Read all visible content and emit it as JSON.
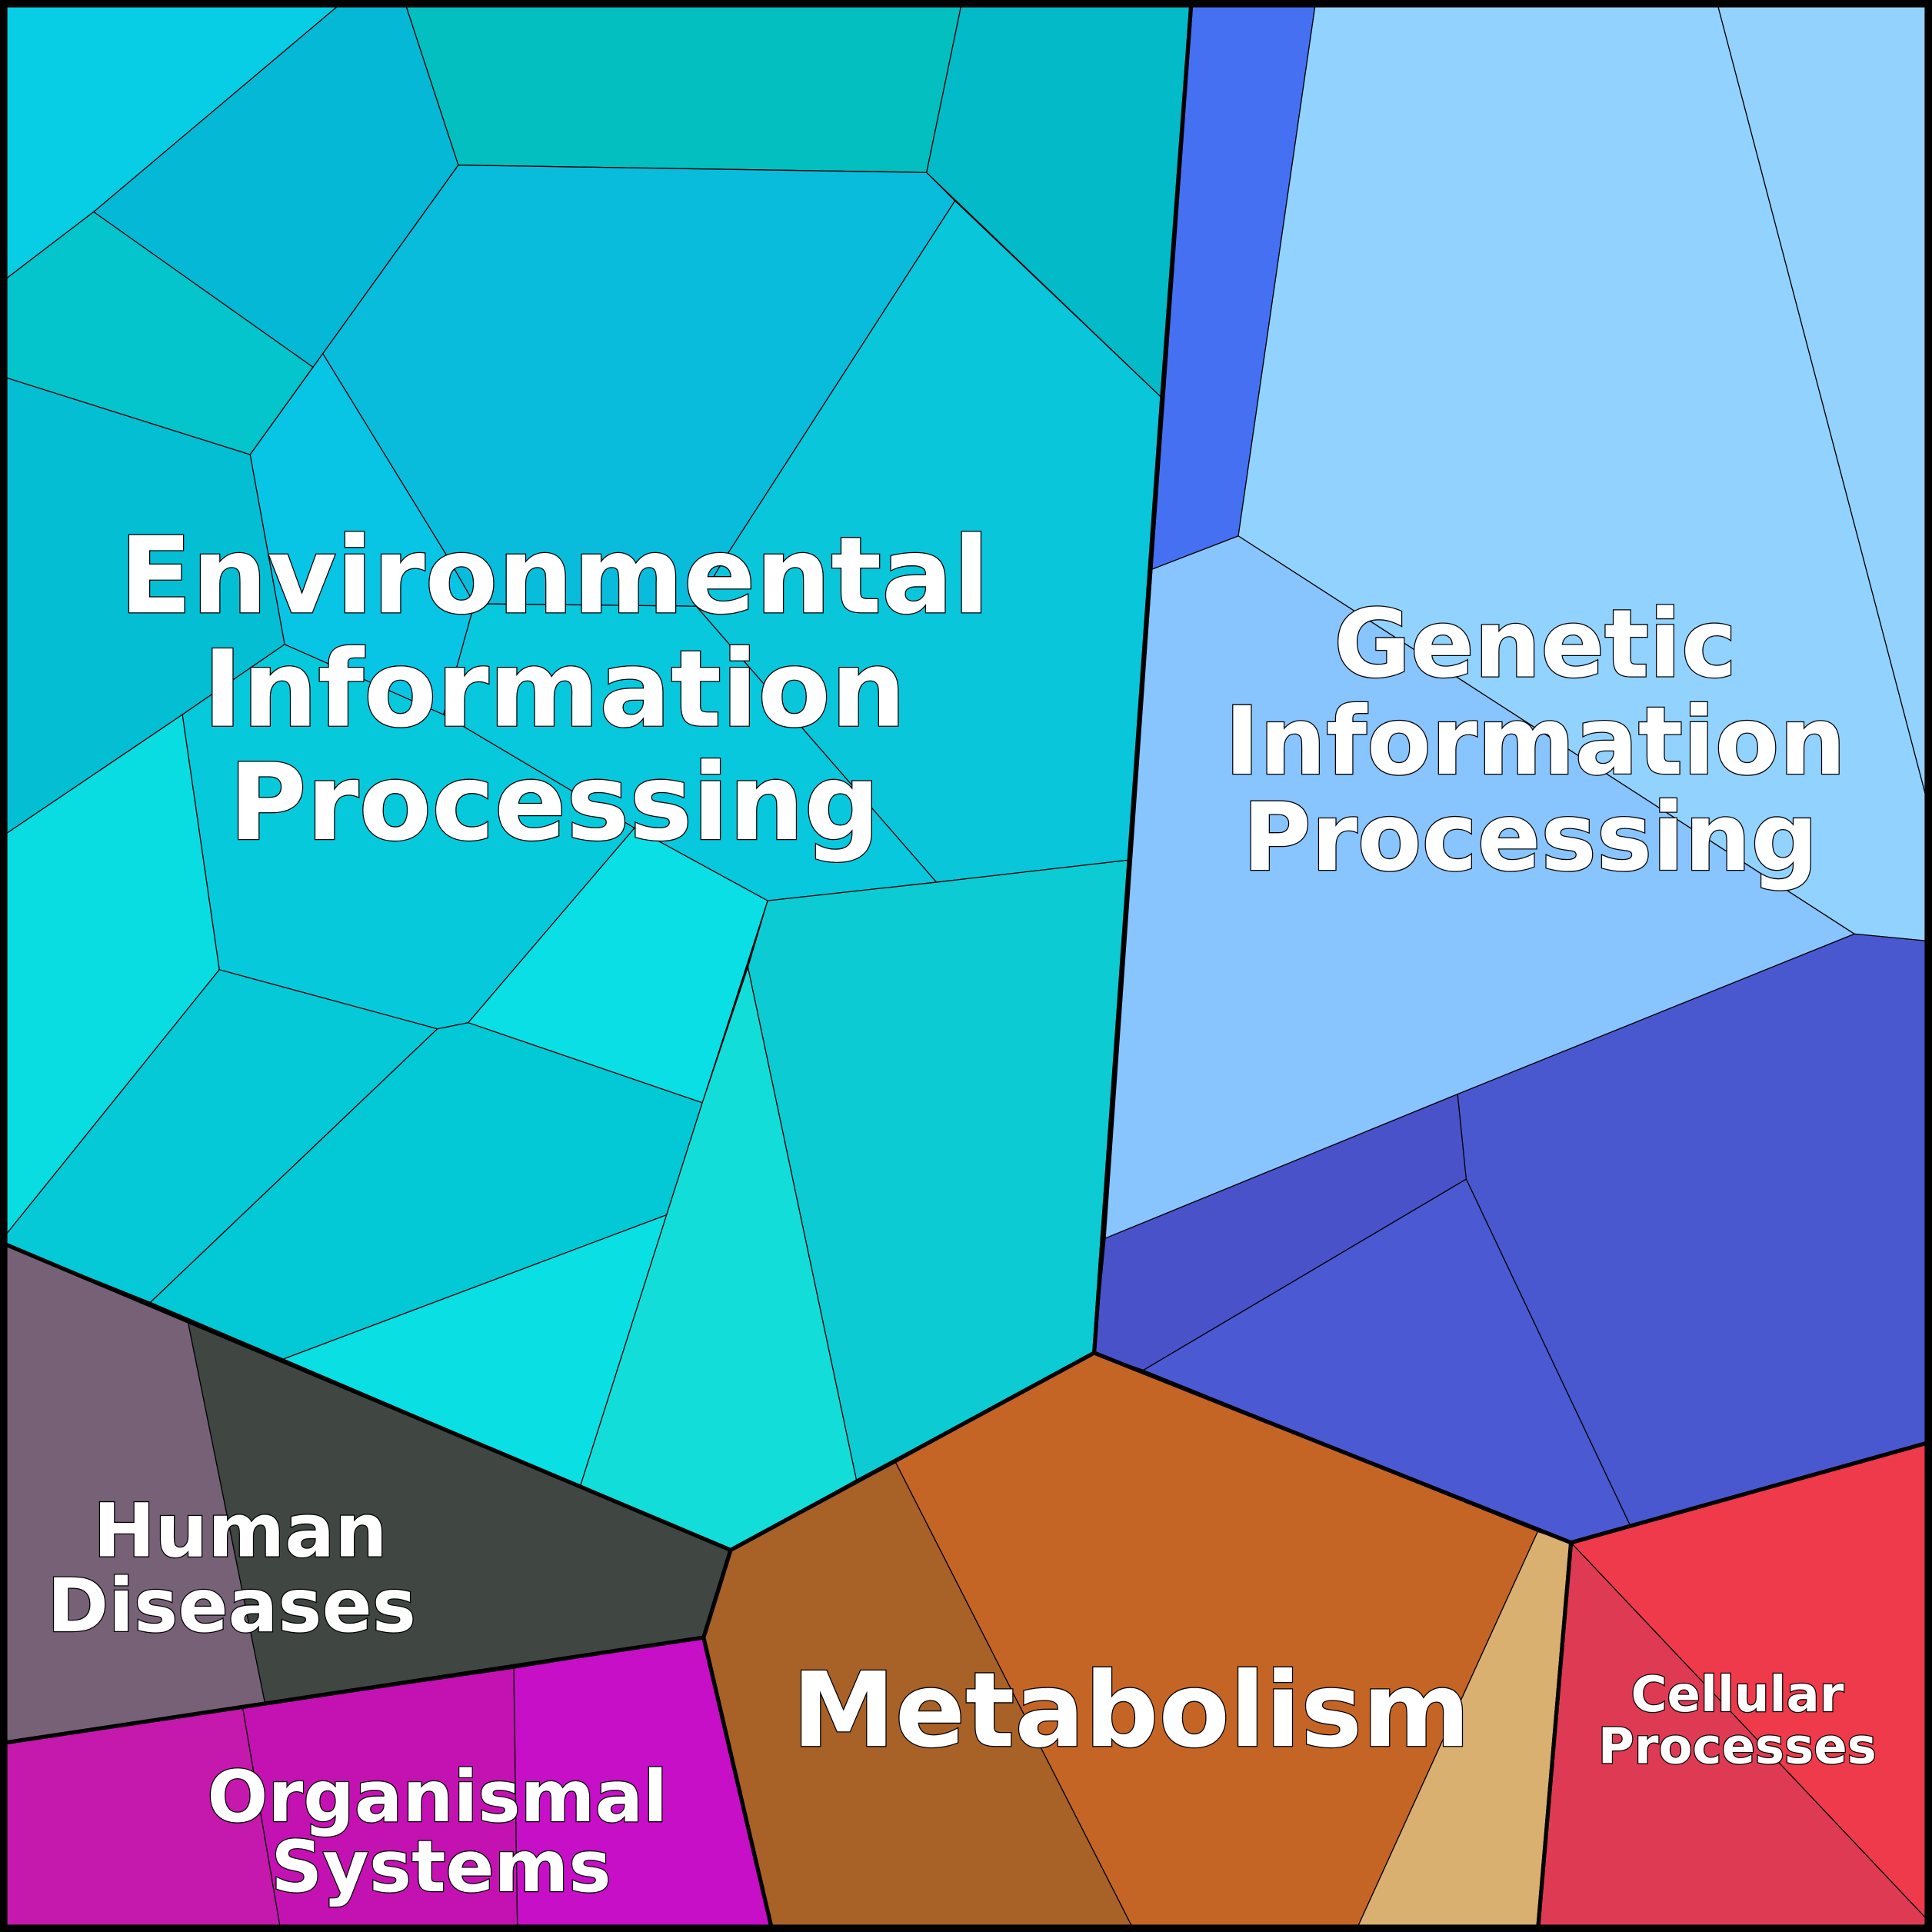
{
  "title": "Pathway category Voronoi treemap",
  "groups": {
    "environmental": {
      "lines": [
        "Environmental",
        "Information",
        "Processing"
      ],
      "color": "#08C8DD"
    },
    "genetic": {
      "lines": [
        "Genetic",
        "Information",
        "Processing"
      ],
      "color": "#88C4FE"
    },
    "human_diseases": {
      "lines": [
        "Human",
        "Diseases"
      ],
      "color": "#404641"
    },
    "organismal": {
      "lines": [
        "Organismal",
        "Systems"
      ],
      "color": "#C412B2"
    },
    "metabolism": {
      "lines": [
        "Metabolism"
      ],
      "color": "#C56525"
    },
    "cellular": {
      "lines": [
        "Cellular",
        "Processes"
      ],
      "color": "#EE3A4A"
    }
  }
}
